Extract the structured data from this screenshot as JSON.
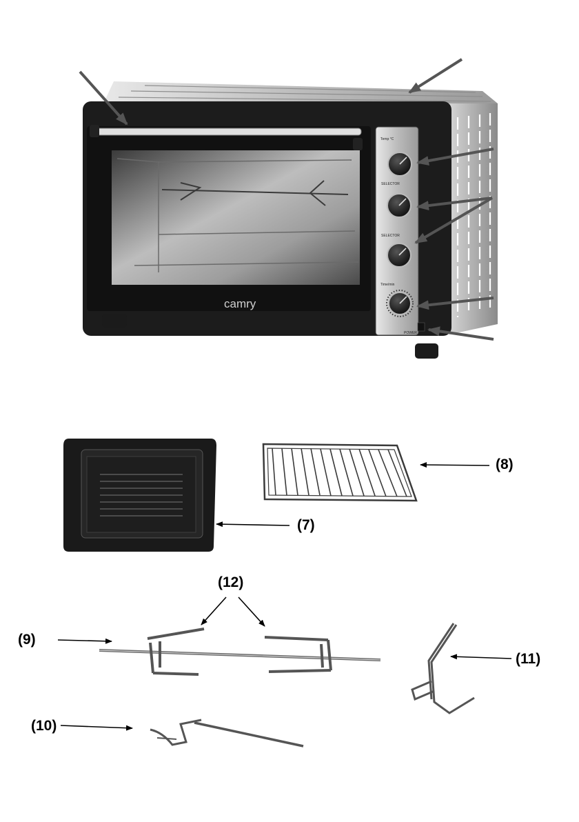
{
  "brand_logo": "camry",
  "knob_labels": {
    "temp": "Temp °C",
    "selector_1": "SELECTOR",
    "selector_2": "SELECTOR",
    "timer": "Time/min",
    "power": "POWER"
  },
  "callouts": {
    "baking_tray": "(7)",
    "wire_rack": "(8)",
    "rotisserie_spit": "(9)",
    "spit_handle": "(10)",
    "tray_handle": "(11)",
    "fork_clips": "(12)"
  },
  "colors": {
    "oven_body": "#1c1c1c",
    "steel_panel": "#b9b9b9",
    "arrow": "#555555"
  }
}
